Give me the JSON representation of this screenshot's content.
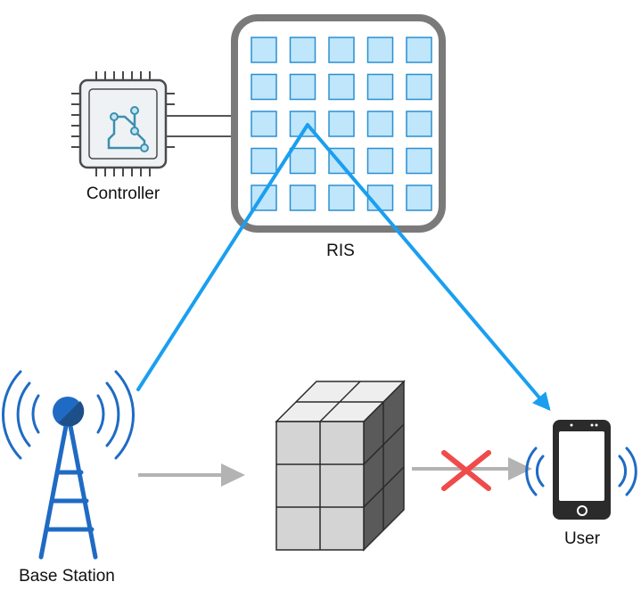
{
  "labels": {
    "controller": "Controller",
    "ris": "RIS",
    "base_station": "Base Station",
    "user": "User"
  },
  "ris_grid": {
    "rows": 5,
    "cols": 5
  },
  "colors": {
    "beam": "#1a9ff0",
    "ris_frame": "#7a7a7a",
    "ris_cell_fill": "#bfe6fb",
    "ris_cell_stroke": "#2a8fd1",
    "tower": "#1f6bc4",
    "tower_dark": "#1d4f88",
    "wave": "#1f6bc4",
    "blocked_path": "#b3b3b3",
    "blocked_cross": "#f04a4a",
    "obstacle_light": "#e6e6e6",
    "obstacle_dark": "#5a5a5a",
    "phone": "#2b2b2b",
    "controller_outline": "#4a4a4a",
    "controller_trace": "#3c8fae"
  },
  "icons": {
    "controller": "chip-icon",
    "base_station": "cell-tower-icon",
    "user": "smartphone-icon",
    "obstacle": "building-blocks-icon",
    "blocked": "cross-icon"
  }
}
